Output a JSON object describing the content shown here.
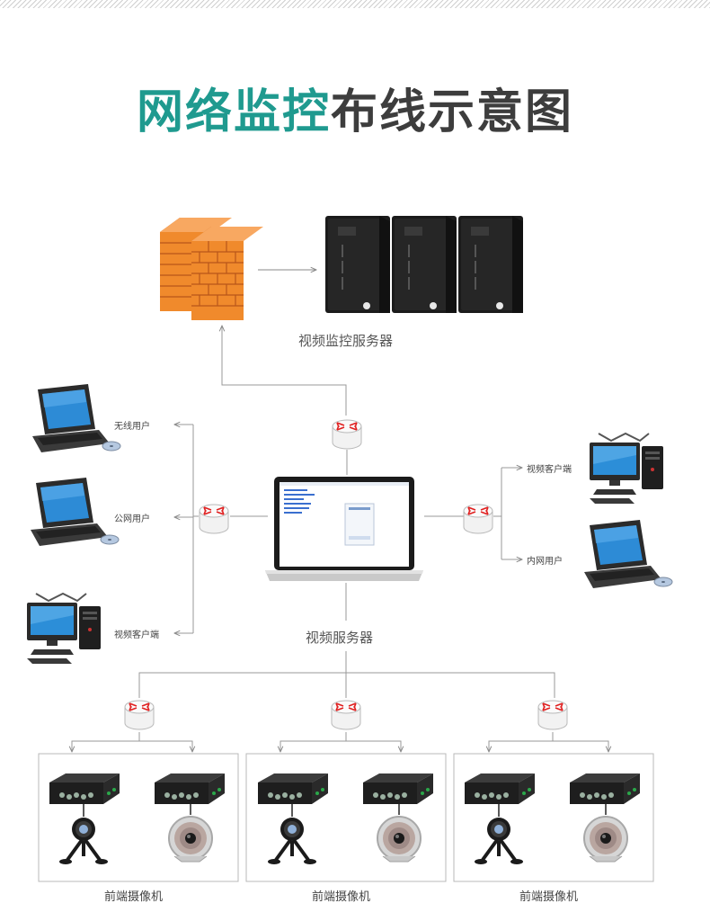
{
  "title": {
    "accent": "网络监控",
    "rest": "布线示意图"
  },
  "labels": {
    "video_monitoring_servers": "视频监控服务器",
    "wireless_user": "无线用户",
    "public_net_user": "公网用户",
    "video_client_left": "视频客户端",
    "video_client_right": "视频客户端",
    "intranet_user": "内网用户",
    "video_server": "视频服务器",
    "front_camera_1": "前端摄像机",
    "front_camera_2": "前端摄像机",
    "front_camera_3": "前端摄像机"
  },
  "colors": {
    "accent": "#1f9a8f",
    "firewall": "#f08a2c",
    "router_arrows": "#e02020",
    "lines": "#999999"
  },
  "icons": [
    "firewall-icon",
    "tower-server-icon",
    "router-icon",
    "laptop-icon",
    "desktop-pc-icon",
    "encoder-box-icon",
    "webcam-icon",
    "ir-camera-icon"
  ]
}
